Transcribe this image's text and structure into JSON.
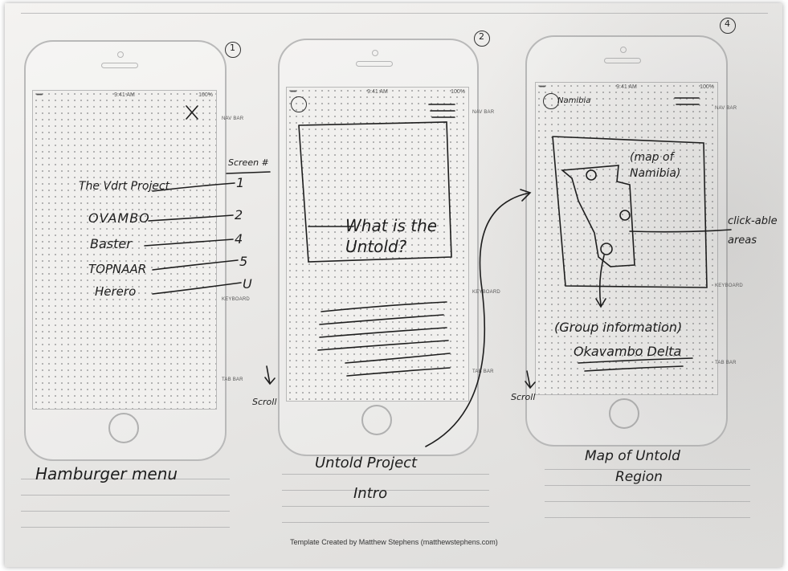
{
  "status_bar": {
    "time": "9:41 AM",
    "battery": "100%"
  },
  "side_labels": {
    "nav_bar": "NAV BAR",
    "keyboard": "KEYBOARD",
    "tab_bar": "TAB BAR"
  },
  "screen1": {
    "badge": "1",
    "close_mark": "X",
    "screen_label": "Screen #",
    "menu_items": [
      {
        "label": "The Vdrt Project",
        "target": "1"
      },
      {
        "label": "OVAMBO",
        "target": "2"
      },
      {
        "label": "Baster",
        "target": "4"
      },
      {
        "label": "TOPNAAR",
        "target": "5"
      },
      {
        "label": "Herero",
        "target": "U"
      }
    ],
    "scroll_note": "Scroll",
    "caption": "Hamburger menu"
  },
  "screen2": {
    "badge": "2",
    "question": "What is the Untold?",
    "caption_line1": "Untold Project",
    "caption_line2": "Intro"
  },
  "screen3": {
    "badge": "4",
    "header_text": "Namibia",
    "map_note": "(map of Namibia)",
    "click_note": "click-able areas",
    "group_info": "(Group information)",
    "group_name": "Okavambo Delta",
    "scroll_note": "Scroll",
    "caption_line1": "Map of Untold",
    "caption_line2": "Region"
  },
  "footer": {
    "credit": "Template Created by Matthew Stephens (matthewstephens.com)"
  }
}
